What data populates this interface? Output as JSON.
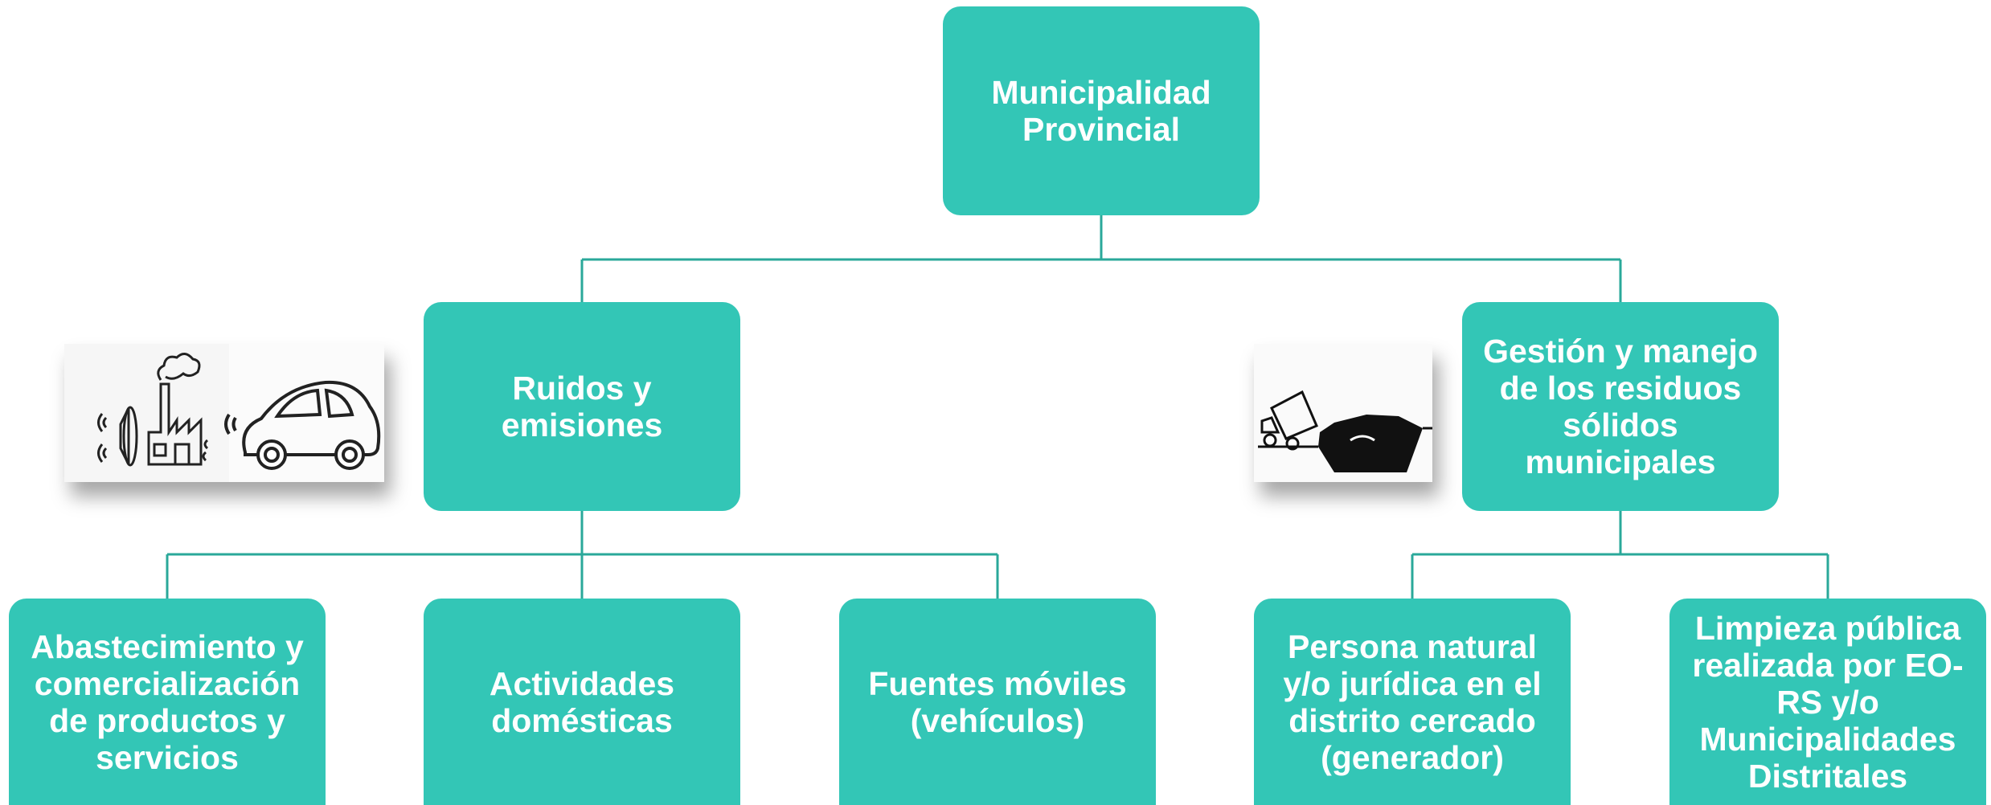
{
  "colors": {
    "box": "#33c6b6",
    "connector": "#2aa89a",
    "text": "#ffffff"
  },
  "root": {
    "label": "Municipalidad\nProvincial"
  },
  "left": {
    "label": "Ruidos y\nemisiones",
    "children": [
      {
        "label": "Abastecimiento y\ncomercialización\nde productos y\nservicios"
      },
      {
        "label": "Actividades\ndomésticas"
      },
      {
        "label": "Fuentes móviles\n(vehículos)"
      }
    ]
  },
  "right": {
    "label": "Gestión y manejo\nde los residuos\nsólidos\nmunicipales",
    "children": [
      {
        "label": "Persona natural\ny/o jurídica en el\ndistrito cercado\n(generador)"
      },
      {
        "label": "Limpieza pública\nrealizada por EO-\nRS y/o\nMunicipalidades\nDistritales"
      }
    ]
  },
  "icons": {
    "left_picture": [
      "speaker-icon",
      "factory-icon",
      "car-icon"
    ],
    "right_picture": [
      "dump-truck-icon",
      "landfill-icon"
    ]
  }
}
